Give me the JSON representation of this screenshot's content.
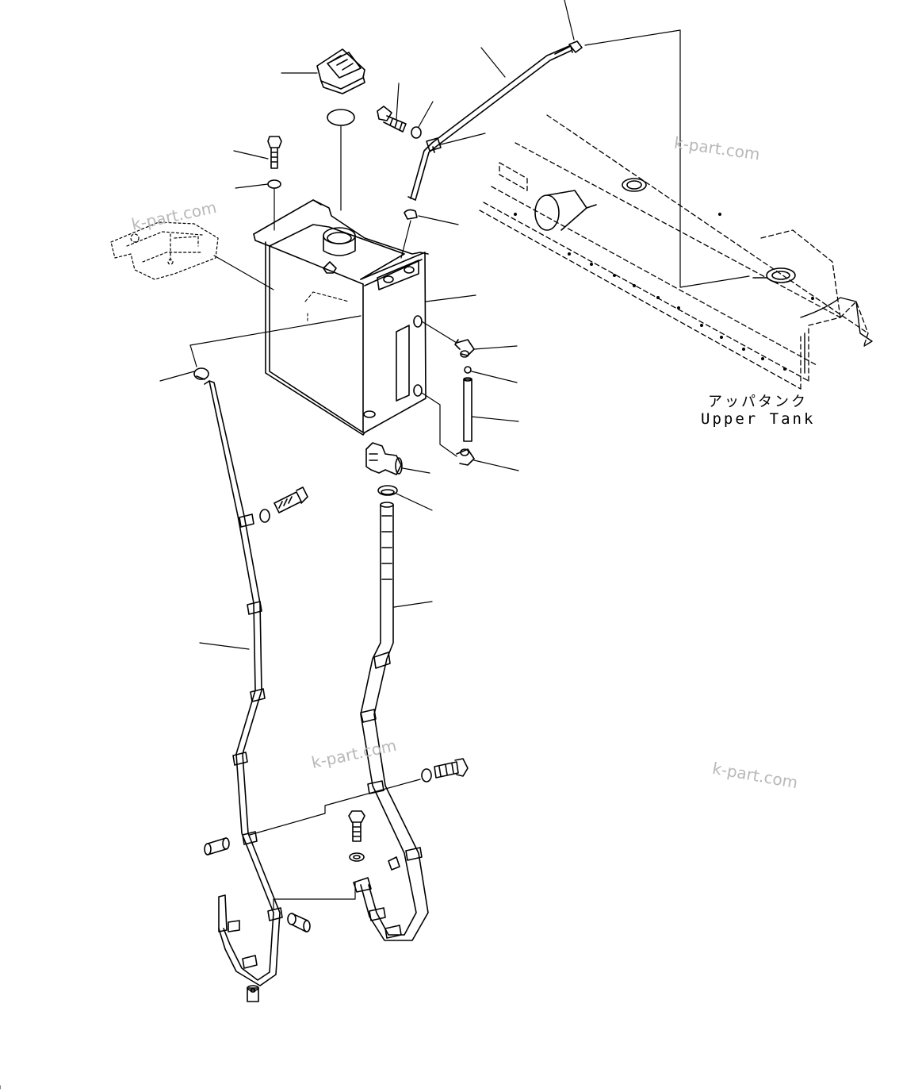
{
  "diagram": {
    "callouts": {
      "upper_tank_jp": "アッパタンク",
      "upper_tank_en": "Upper Tank"
    },
    "watermarks": [
      "k-part.com",
      "k-part.com",
      "k-part.com",
      "k-part.com"
    ]
  },
  "colors": {
    "line": "#000000",
    "watermark": "#b8b8b8",
    "background": "#ffffff"
  }
}
